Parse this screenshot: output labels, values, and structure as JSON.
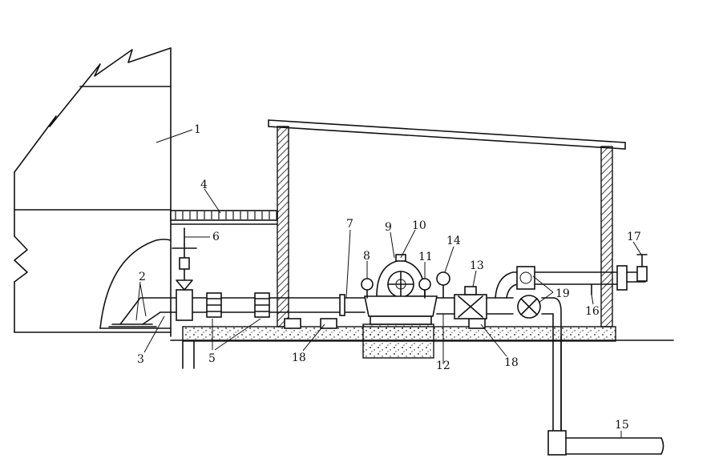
{
  "labels": [
    {
      "id": "1",
      "text": "1"
    },
    {
      "id": "2",
      "text": "2"
    },
    {
      "id": "3",
      "text": "3"
    },
    {
      "id": "4",
      "text": "4"
    },
    {
      "id": "5",
      "text": "5"
    },
    {
      "id": "6",
      "text": "6"
    },
    {
      "id": "7",
      "text": "7"
    },
    {
      "id": "8",
      "text": "8"
    },
    {
      "id": "9",
      "text": "9"
    },
    {
      "id": "10",
      "text": "10"
    },
    {
      "id": "11",
      "text": "11"
    },
    {
      "id": "12",
      "text": "12"
    },
    {
      "id": "13",
      "text": "13"
    },
    {
      "id": "14",
      "text": "14"
    },
    {
      "id": "15",
      "text": "15"
    },
    {
      "id": "16",
      "text": "16"
    },
    {
      "id": "17",
      "text": "17"
    },
    {
      "id": "18a",
      "text": "18"
    },
    {
      "id": "18b",
      "text": "18"
    },
    {
      "id": "19",
      "text": "19"
    }
  ]
}
